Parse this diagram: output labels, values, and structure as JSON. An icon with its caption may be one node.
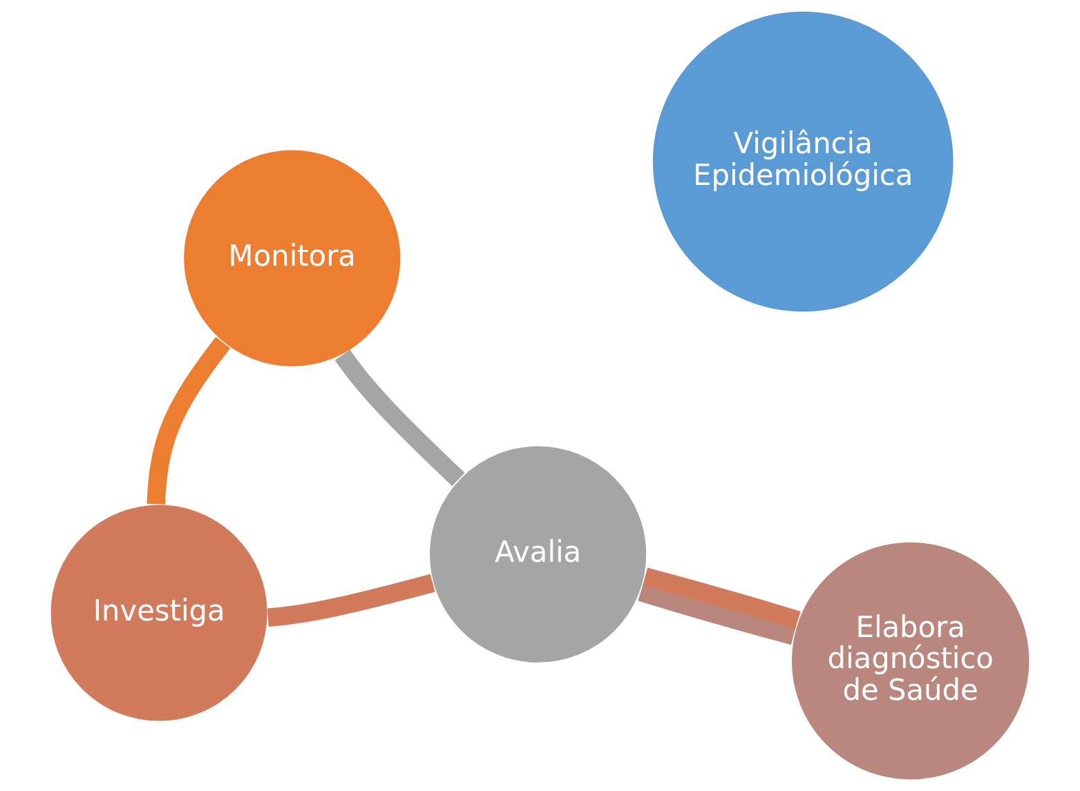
{
  "diagram": {
    "nodes": [
      {
        "text": [
          "Investiga"
        ]
      },
      {
        "text": [
          "Elabora diagnóstico de Saúde"
        ]
      },
      {
        "text": [
          "Vigilância Epidemiológica"
        ]
      },
      {
        "text": [
          "Avalia"
        ]
      },
      {
        "text": [
          "Monitora"
        ]
      }
    ],
    "edges": [
      {
        "from": 1,
        "to": 3,
        "arrow": "none",
        "color": "#b9877d"
      },
      {
        "from": 1,
        "to": 3,
        "arrow": "none",
        "color": "#d17a5c"
      },
      {
        "from": 0,
        "to": 4,
        "arrow": "none",
        "color": "#ed7d31"
      },
      {
        "from": 0,
        "to": 3,
        "arrow": "none",
        "color": "#d17a5c"
      },
      {
        "from": 3,
        "to": 4,
        "arrow": "none",
        "color": "#a5a5a5"
      }
    ]
  }
}
